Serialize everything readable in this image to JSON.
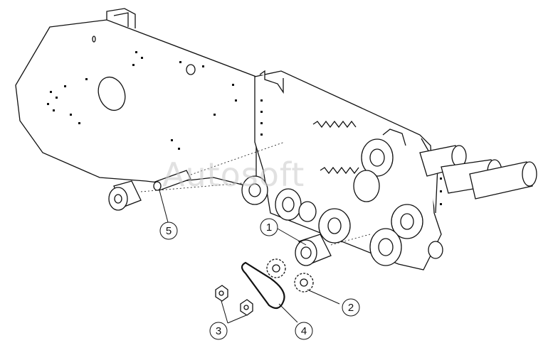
{
  "watermark": "Autosoft",
  "callouts": [
    {
      "id": "1",
      "label": "1"
    },
    {
      "id": "2",
      "label": "2"
    },
    {
      "id": "3",
      "label": "3"
    },
    {
      "id": "4",
      "label": "4"
    },
    {
      "id": "5",
      "label": "5"
    }
  ],
  "colors": {
    "line": "#111111",
    "background": "#ffffff"
  }
}
